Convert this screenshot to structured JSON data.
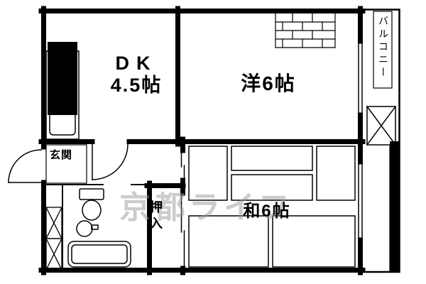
{
  "plan": {
    "title": "apartment-floor-plan",
    "rooms": {
      "dk": {
        "line1": "DK",
        "line2": "4.5帖"
      },
      "western": {
        "label": "洋6帖"
      },
      "japanese": {
        "label": "和6帖"
      },
      "closet": {
        "label": "押入"
      },
      "entrance": {
        "label": "玄関"
      },
      "balcony": {
        "label": "バルコニー"
      }
    },
    "watermark": "京都ライフ",
    "colors": {
      "wall": "#000000",
      "background": "#ffffff",
      "watermark": "#9a9a9a"
    },
    "fixtures": {
      "kitchen": "kitchen-sink",
      "toilet": "toilet",
      "washbasin": "washbasin",
      "bathtub": "bathtub",
      "shaft": "duct-shaft",
      "doors": [
        "front-door-arc",
        "dk-door-arc",
        "sliding-doors"
      ]
    }
  }
}
